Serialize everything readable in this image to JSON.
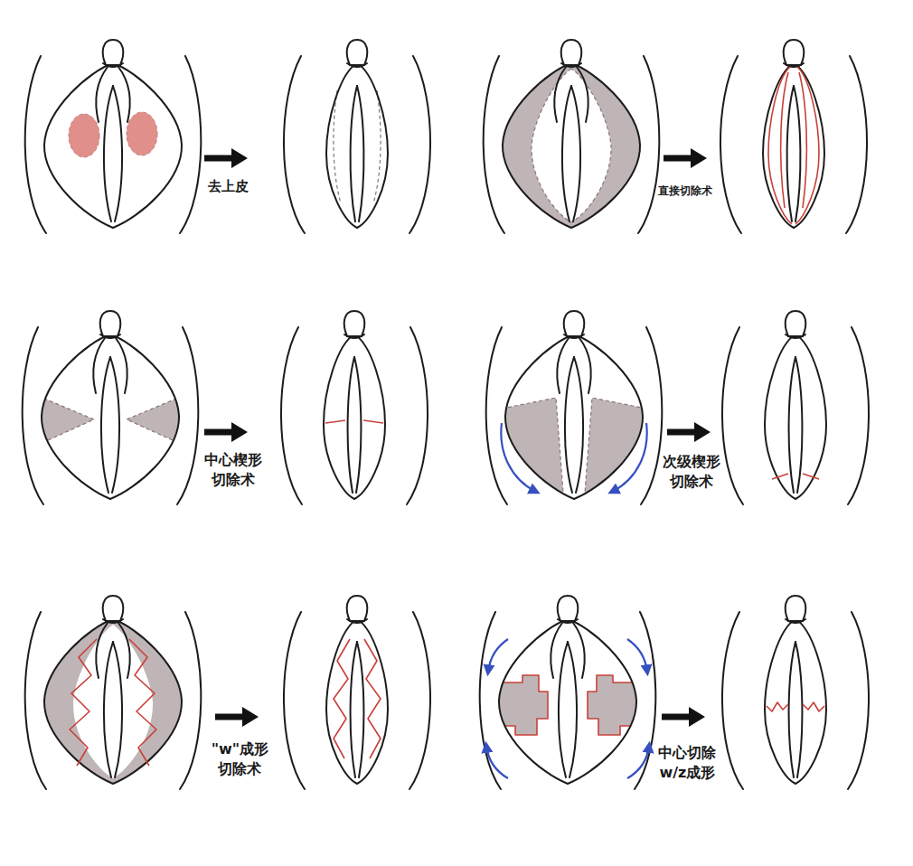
{
  "diagram": {
    "labels": [
      "去上皮",
      "直接切除术",
      "中心楔形 切除术",
      "次级楔形 切除术",
      "\"w\"成形 切除术",
      "中心切除 w/z成形"
    ]
  }
}
